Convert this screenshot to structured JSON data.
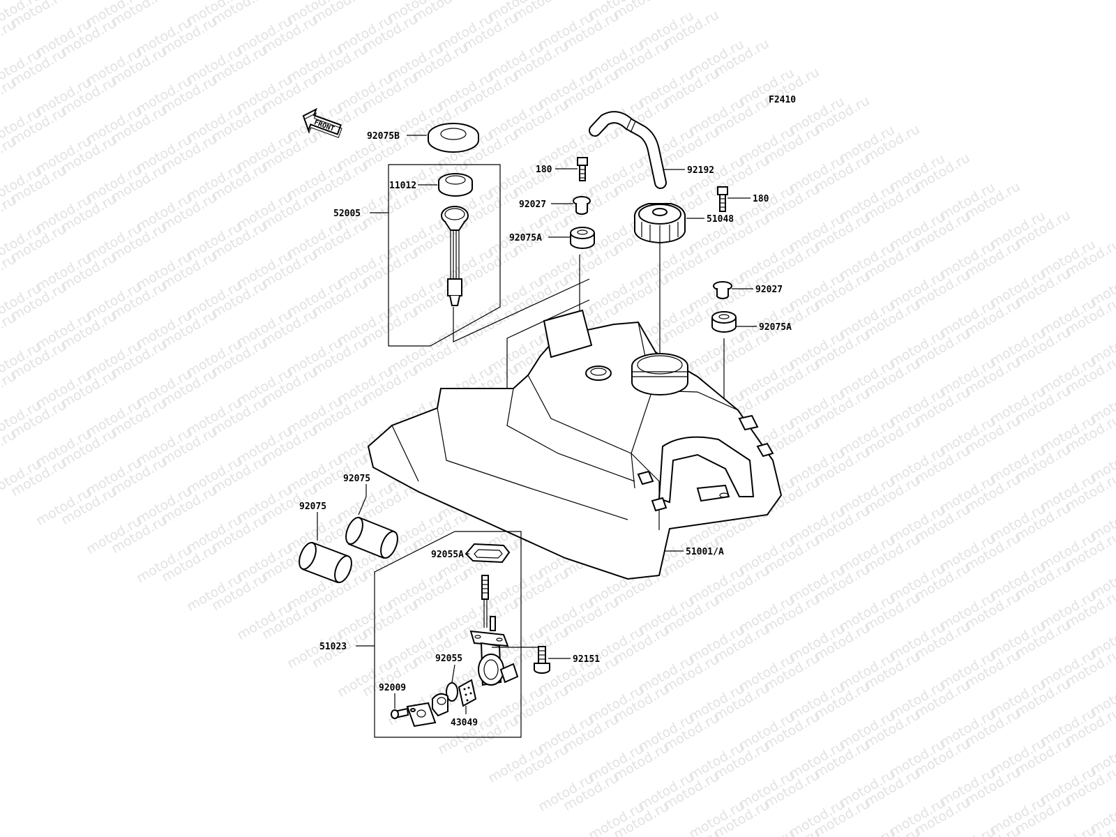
{
  "watermark": {
    "text": "motod.ru"
  },
  "diagram": {
    "code": "F2410",
    "front_arrow": "FRONT",
    "parts": {
      "p92075B": "92075B",
      "p11012": "11012",
      "p52005": "52005",
      "p180a": "180",
      "p92192": "92192",
      "p92027a": "92027",
      "p51048": "51048",
      "p92075Aa": "92075A",
      "p180b": "180",
      "p92027b": "92027",
      "p92075Ab": "92075A",
      "p92075a": "92075",
      "p92075b": "92075",
      "p92055A": "92055A",
      "p51001A": "51001/A",
      "p51023": "51023",
      "p92151": "92151",
      "p92055": "92055",
      "p92009": "92009",
      "p43049": "43049"
    }
  }
}
